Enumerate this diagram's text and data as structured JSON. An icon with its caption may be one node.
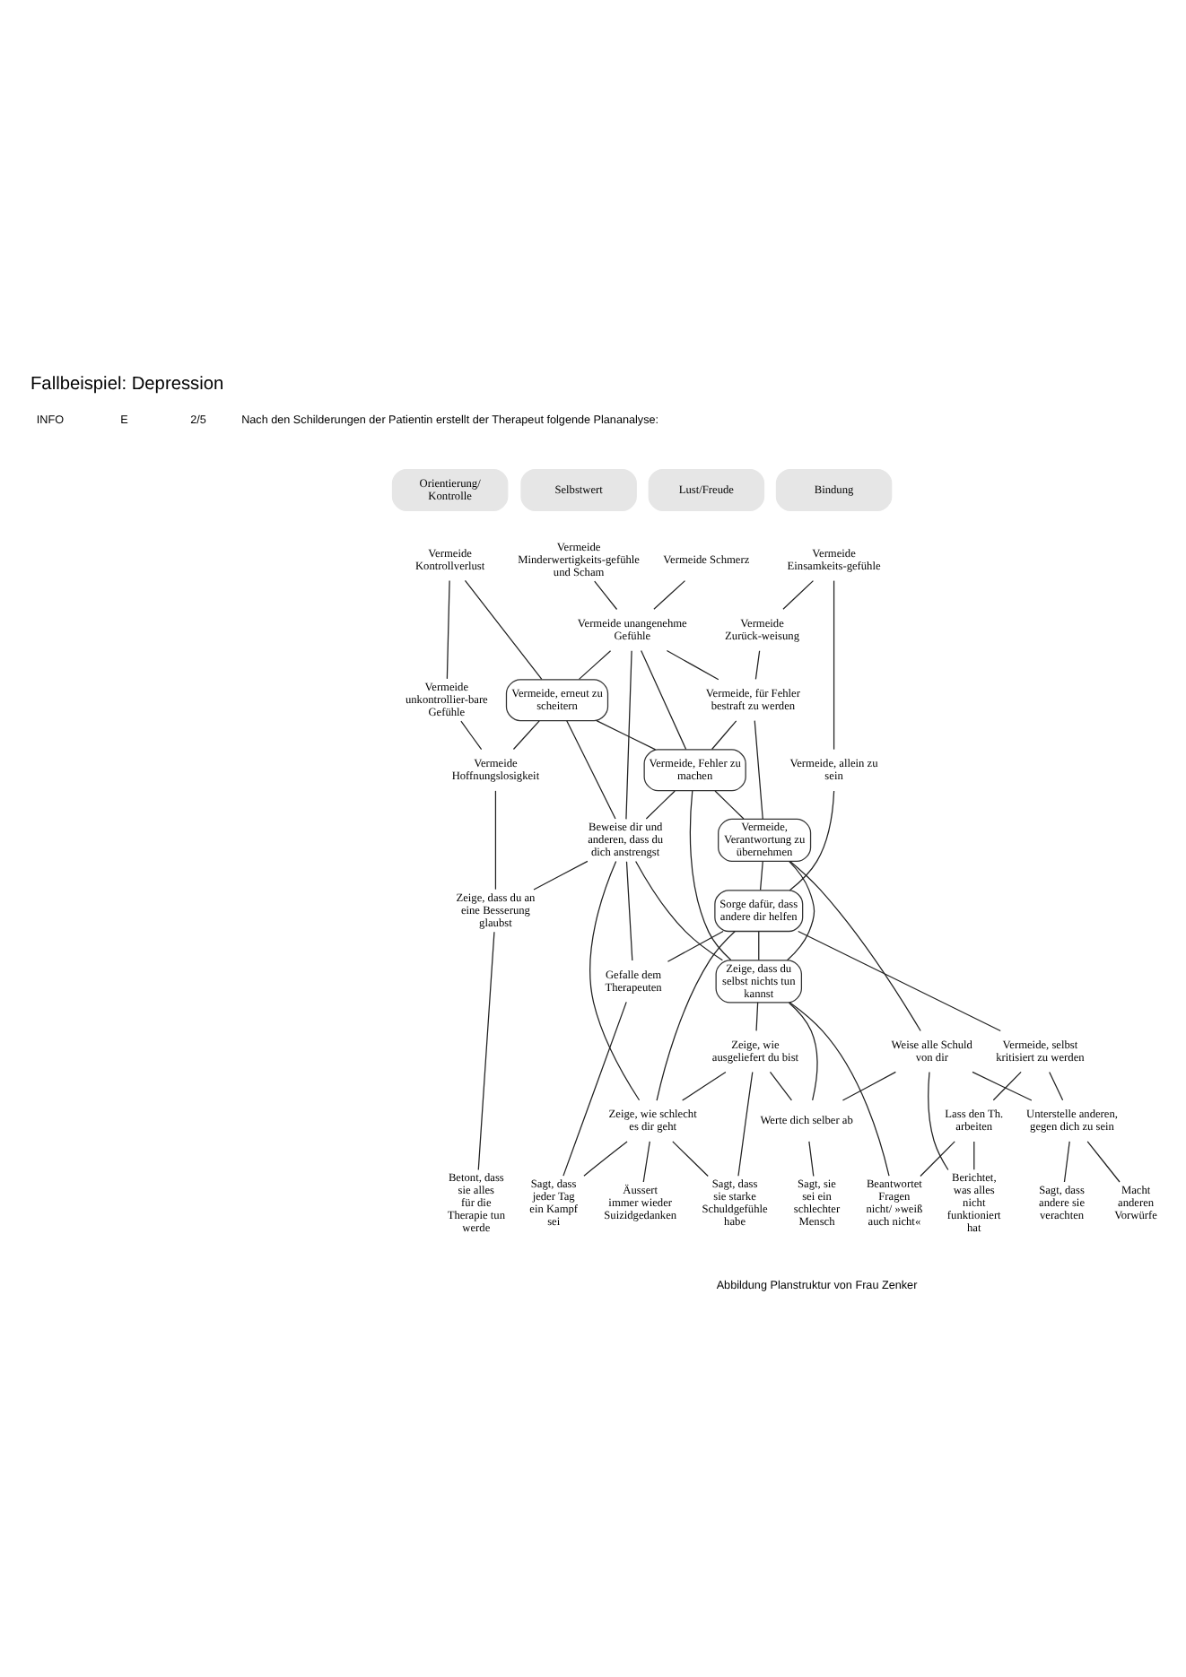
{
  "diagram": {
    "title": "Fallbeispiel: Depression",
    "caption": "Abbildung Planstruktur von Frau Zenker",
    "nodes": [
      {
        "text": [
          "Orientierung/ Kontrolle"
        ]
      },
      {
        "text": [
          "Selbstwert"
        ]
      },
      {
        "text": [
          "Lust/Freude"
        ]
      },
      {
        "text": [
          "Bindung"
        ]
      },
      {
        "text": [
          "Vermeide Kontrollverlust"
        ]
      },
      {
        "text": [
          "Vermeide Minderwertigkeits-gefühle und Scham"
        ]
      },
      {
        "text": [
          "Vermeide Schmerz"
        ]
      },
      {
        "text": [
          "Vermeide Einsamkeits-gefühle"
        ]
      },
      {
        "text": [
          "Vermeide unkontrollier-bare Gefühle"
        ]
      },
      {
        "text": [
          "Vermeide unangenehme Gefühle"
        ]
      },
      {
        "text": [
          "Vermeide Zurück-weisung"
        ]
      },
      {
        "text": [
          "Vermeide, erneut zu scheitern"
        ]
      },
      {
        "text": [
          "Vermeide, für Fehler bestraft zu werden"
        ]
      },
      {
        "text": [
          "Vermeide, allein zu sein"
        ]
      },
      {
        "text": [
          "Vermeide, Fehler zu machen"
        ]
      },
      {
        "text": [
          "Vermeide Hoffnungslosigkeit"
        ]
      },
      {
        "text": [
          "Vermeide, Verantwortung zu übernehmen"
        ]
      },
      {
        "text": [
          "Sorge dafür, dass andere dir helfen"
        ]
      },
      {
        "text": [
          "Beweise dir und anderen, dass du dich anstrengst"
        ]
      },
      {
        "text": [
          "Zeige, dass du selbst nichts tun kannst"
        ]
      },
      {
        "text": [
          "Zeige, dass du an eine Besserung glaubst"
        ]
      },
      {
        "text": [
          "Vermeide, selbst kritisiert zu werden"
        ]
      },
      {
        "text": [
          "Weise alle Schuld von dir"
        ]
      },
      {
        "text": [
          "Gefalle dem Therapeuten"
        ]
      },
      {
        "text": [
          "Zeige, wie ausgeliefert du bist"
        ]
      },
      {
        "text": [
          "Unterstelle anderen, gegen dich zu sein"
        ]
      },
      {
        "text": [
          "Lass den Th. arbeiten"
        ]
      },
      {
        "text": [
          "Zeige, wie schlecht es dir geht"
        ]
      },
      {
        "text": [
          "Werte dich selber ab"
        ]
      },
      {
        "text": [
          "Betont, dass sie alles für die Therapie tun werde"
        ]
      },
      {
        "text": [
          "Sagt, dass jeder Tag ein Kampf sei"
        ]
      },
      {
        "text": [
          "Äussert immer wieder Suizidgedanken"
        ]
      },
      {
        "text": [
          "Sagt, dass sie starke Schuldgefühle habe"
        ]
      },
      {
        "text": [
          "Sagt, sie sei ein schlechter Mensch"
        ]
      },
      {
        "text": [
          "Sagt, dass andere sie verachten"
        ]
      },
      {
        "text": [
          "Macht anderen Vorwürfe"
        ]
      },
      {
        "text": [
          "Berichtet, was alles nicht funktioniert hat"
        ]
      },
      {
        "text": [
          "Beantwortet Fragen nicht/ »weiß auch nicht«"
        ]
      }
    ],
    "edges": [
      {
        "from": 4,
        "to": 8,
        "arrow": "none"
      },
      {
        "from": 4,
        "to": 11,
        "arrow": "none"
      },
      {
        "from": 5,
        "to": 9,
        "arrow": "none"
      },
      {
        "from": 6,
        "to": 9,
        "arrow": "none"
      },
      {
        "from": 7,
        "to": 10,
        "arrow": "none"
      },
      {
        "from": 7,
        "to": 13,
        "arrow": "none"
      },
      {
        "from": 8,
        "to": 15,
        "arrow": "none"
      },
      {
        "from": 9,
        "to": 11,
        "arrow": "none"
      },
      {
        "from": 9,
        "to": 18,
        "arrow": "none"
      },
      {
        "from": 9,
        "to": 14,
        "arrow": "none"
      },
      {
        "from": 9,
        "to": 12,
        "arrow": "none"
      },
      {
        "from": 10,
        "to": 12,
        "arrow": "none"
      },
      {
        "from": 11,
        "to": 14,
        "arrow": "none"
      },
      {
        "from": 11,
        "to": 18,
        "arrow": "none"
      },
      {
        "from": 11,
        "to": 15,
        "arrow": "none"
      },
      {
        "from": 12,
        "to": 14,
        "arrow": "none"
      },
      {
        "from": 12,
        "to": 16,
        "arrow": "none"
      },
      {
        "from": 13,
        "to": 17,
        "arrow": "none"
      },
      {
        "from": 14,
        "to": 18,
        "arrow": "none"
      },
      {
        "from": 14,
        "to": 16,
        "arrow": "none"
      },
      {
        "from": 14,
        "to": 19,
        "arrow": "none"
      },
      {
        "from": 15,
        "to": 20,
        "arrow": "none"
      },
      {
        "from": 16,
        "to": 17,
        "arrow": "none"
      },
      {
        "from": 16,
        "to": 19,
        "arrow": "none"
      },
      {
        "from": 16,
        "to": 22,
        "arrow": "none"
      },
      {
        "from": 17,
        "to": 21,
        "arrow": "none"
      },
      {
        "from": 17,
        "to": 19,
        "arrow": "none"
      },
      {
        "from": 17,
        "to": 23,
        "arrow": "none"
      },
      {
        "from": 17,
        "to": 27,
        "arrow": "none"
      },
      {
        "from": 18,
        "to": 19,
        "arrow": "none"
      },
      {
        "from": 18,
        "to": 20,
        "arrow": "none"
      },
      {
        "from": 18,
        "to": 23,
        "arrow": "none"
      },
      {
        "from": 18,
        "to": 27,
        "arrow": "none"
      },
      {
        "from": 19,
        "to": 24,
        "arrow": "none"
      },
      {
        "from": 19,
        "to": 28,
        "arrow": "none"
      },
      {
        "from": 19,
        "to": 37,
        "arrow": "none"
      },
      {
        "from": 21,
        "to": 25,
        "arrow": "none"
      },
      {
        "from": 21,
        "to": 26,
        "arrow": "none"
      },
      {
        "from": 22,
        "to": 25,
        "arrow": "none"
      },
      {
        "from": 22,
        "to": 28,
        "arrow": "none"
      },
      {
        "from": 22,
        "to": 36,
        "arrow": "none"
      },
      {
        "from": 24,
        "to": 27,
        "arrow": "none"
      },
      {
        "from": 24,
        "to": 28,
        "arrow": "none"
      },
      {
        "from": 24,
        "to": 32,
        "arrow": "none"
      },
      {
        "from": 20,
        "to": 29,
        "arrow": "none"
      },
      {
        "from": 23,
        "to": 30,
        "arrow": "none"
      },
      {
        "from": 27,
        "to": 30,
        "arrow": "none"
      },
      {
        "from": 27,
        "to": 31,
        "arrow": "none"
      },
      {
        "from": 27,
        "to": 32,
        "arrow": "none"
      },
      {
        "from": 28,
        "to": 33,
        "arrow": "none"
      },
      {
        "from": 25,
        "to": 34,
        "arrow": "none"
      },
      {
        "from": 25,
        "to": 35,
        "arrow": "none"
      },
      {
        "from": 26,
        "to": 36,
        "arrow": "none"
      },
      {
        "from": 26,
        "to": 37,
        "arrow": "none"
      }
    ],
    "labels": [
      "INFO",
      "E",
      "2/5",
      "Nach den Schilderungen der Patientin erstellt der Therapeut folgende Plananalyse:"
    ]
  }
}
